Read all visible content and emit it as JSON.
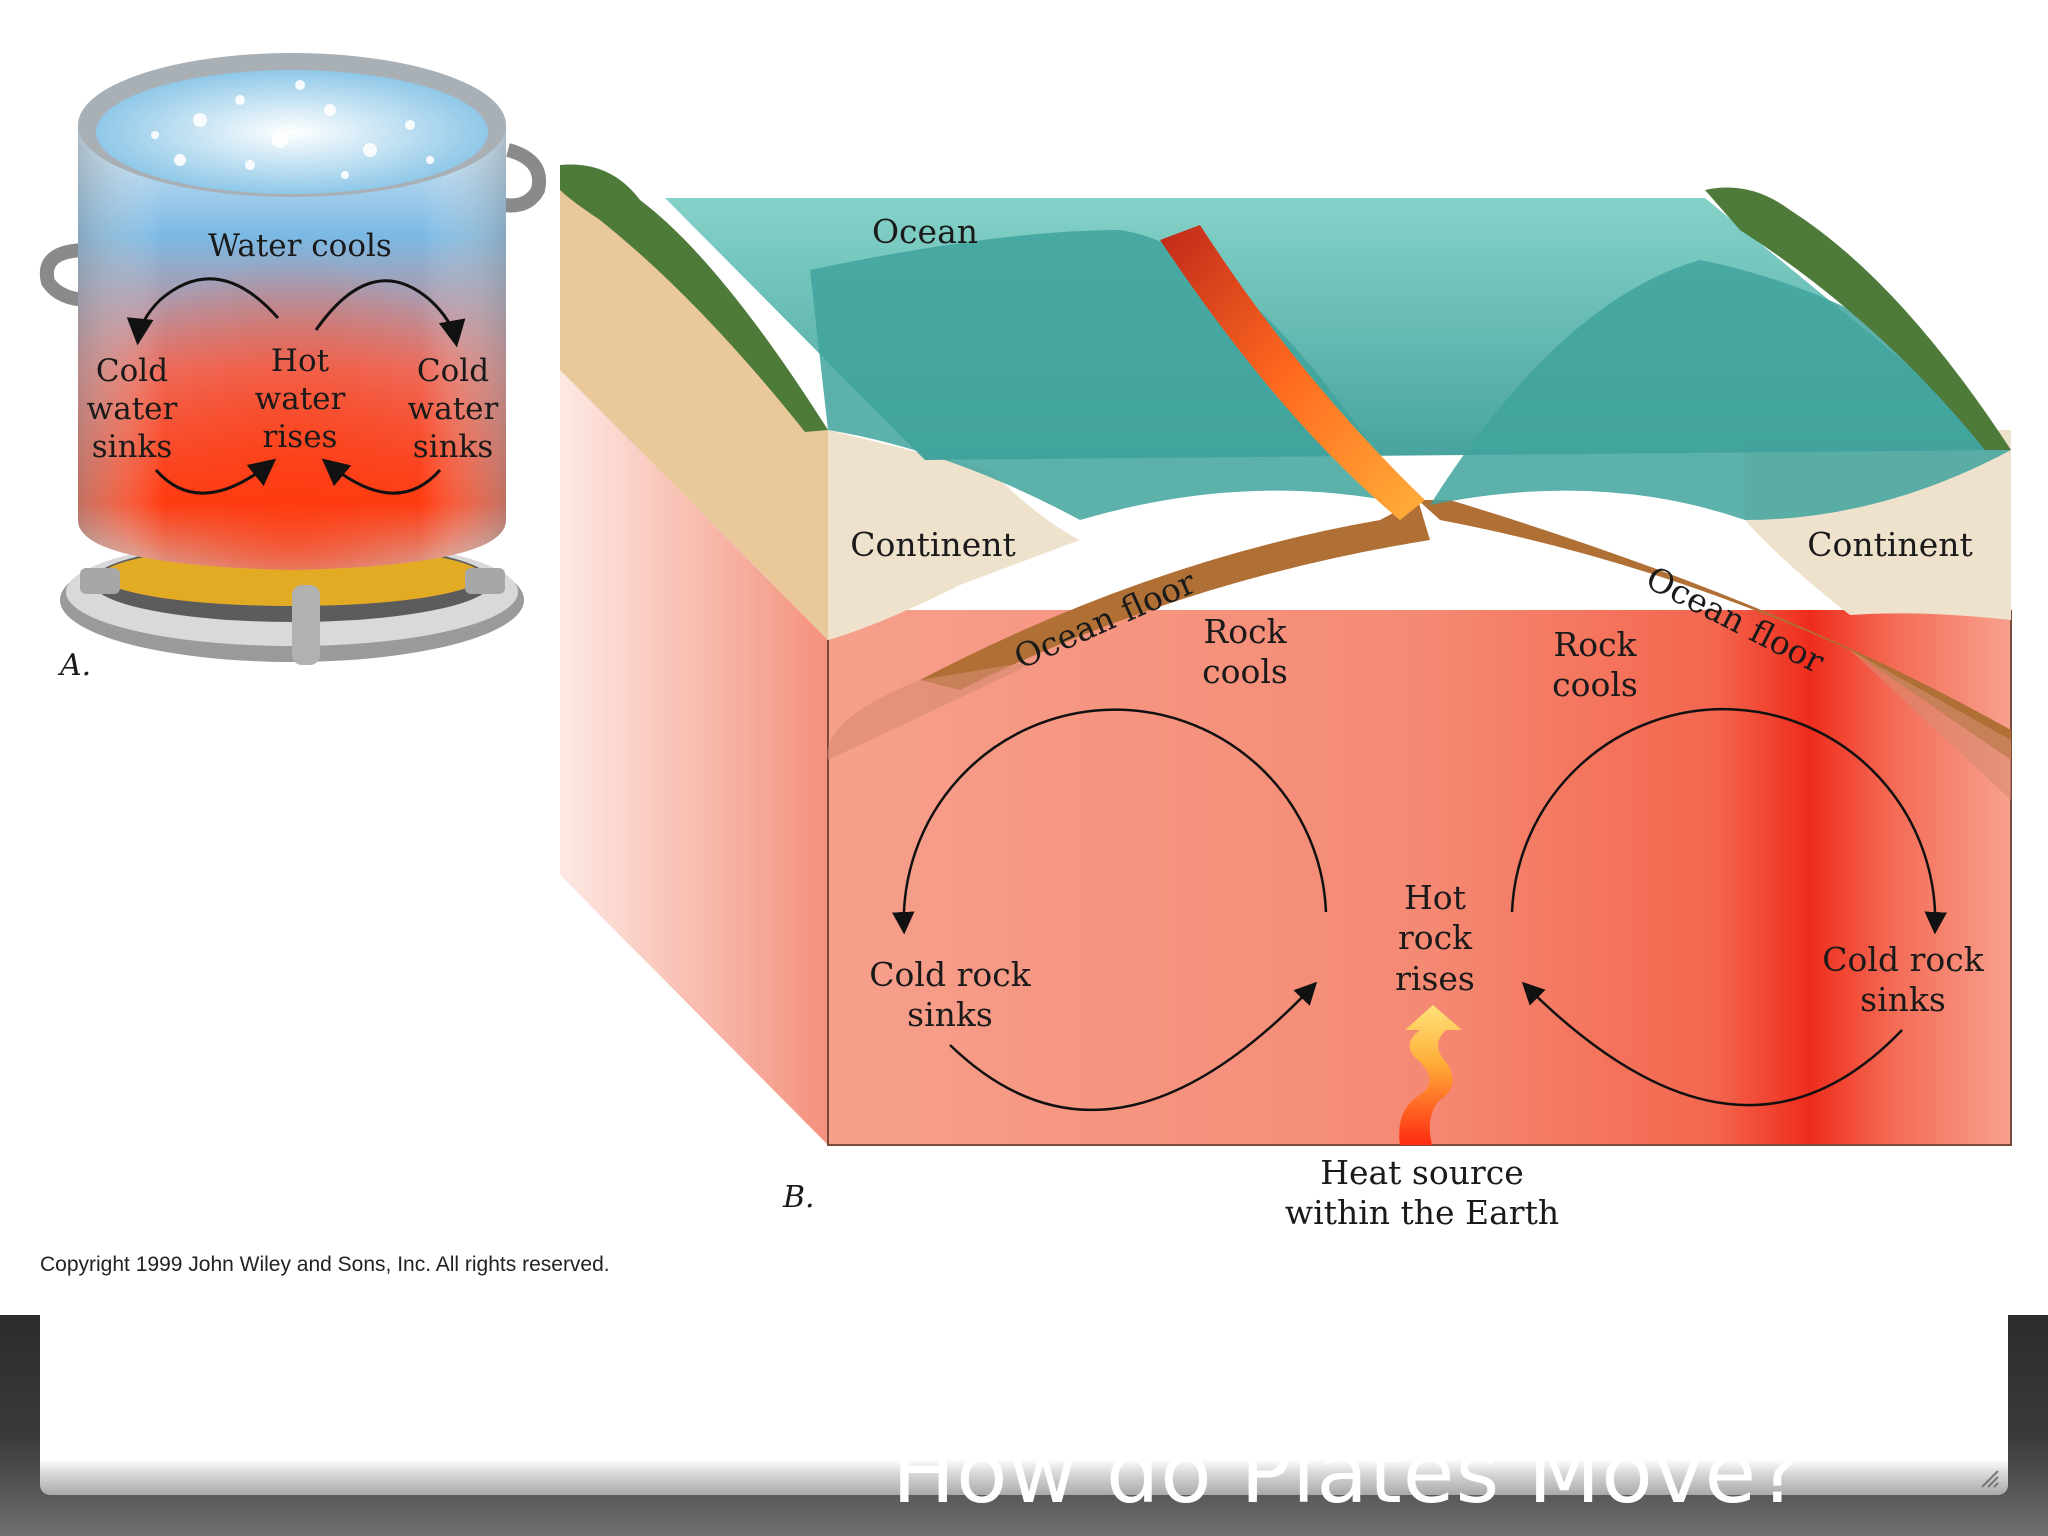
{
  "slide": {
    "title": "How do Plates Move?",
    "copyright": "Copyright 1999 John Wiley and Sons, Inc. All rights reserved."
  },
  "panel_a": {
    "letter": "A.",
    "labels": {
      "water_cools": "Water cools",
      "cold_left": "Cold\nwater\nsinks",
      "hot_rises": "Hot\nwater\nrises",
      "cold_right": "Cold\nwater\nsinks"
    }
  },
  "panel_b": {
    "letter": "B.",
    "labels": {
      "ocean": "Ocean",
      "continent_left": "Continent",
      "continent_right": "Continent",
      "ocean_floor_left": "Ocean floor",
      "ocean_floor_right": "Ocean floor",
      "rock_cools_left": "Rock\ncools",
      "rock_cools_right": "Rock\ncools",
      "cold_rock_left": "Cold rock\nsinks",
      "cold_rock_right": "Cold rock\nsinks",
      "hot_rock": "Hot\nrock\nrises",
      "heat_source": "Heat source\nwithin the Earth"
    }
  },
  "colors": {
    "hot": "#f0442a",
    "cold": "#6fb3e0",
    "mantle": "#f58e78",
    "ocean": "#5cbcb4",
    "crust": "#e7c28f",
    "title": "#ffffff"
  }
}
